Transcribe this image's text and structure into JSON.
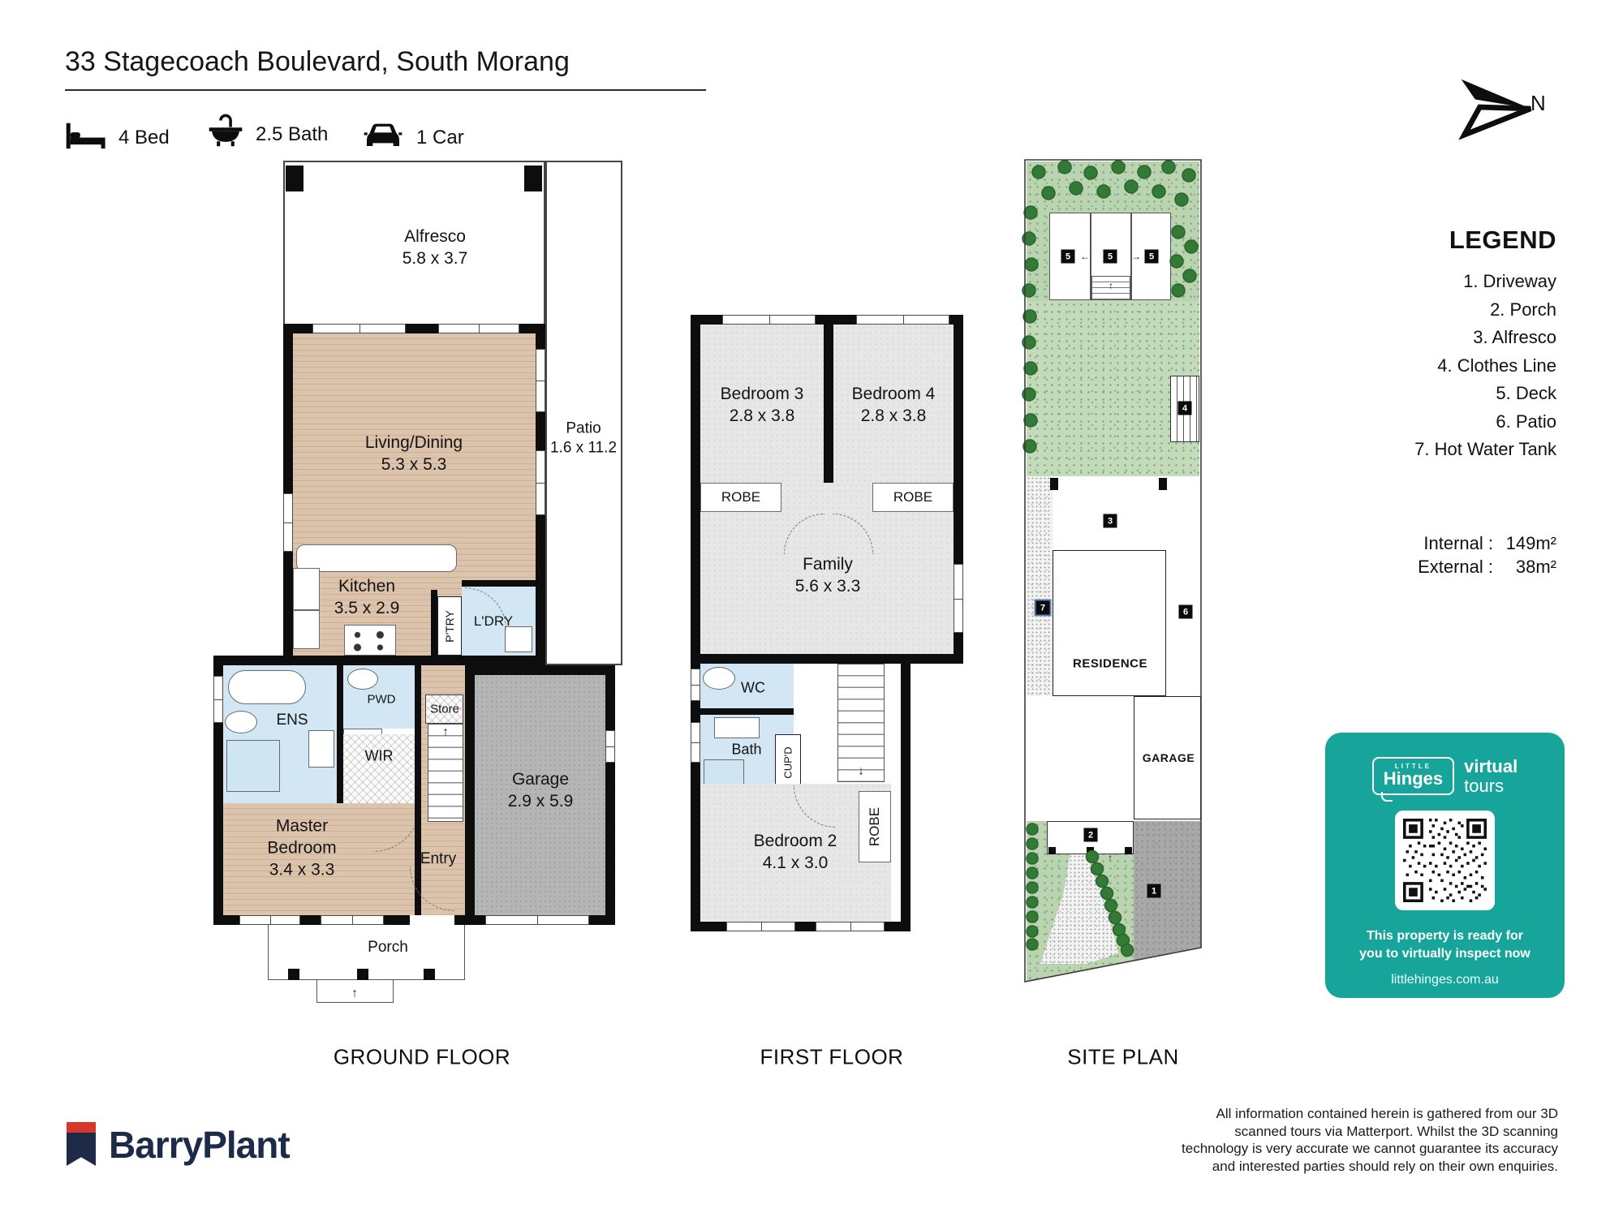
{
  "page": {
    "title": "33 Stagecoach Boulevard, South Morang"
  },
  "header": {
    "stats": {
      "bed": "4 Bed",
      "bath": "2.5 Bath",
      "car": "1 Car"
    },
    "north": "N"
  },
  "ground_floor": {
    "label": "GROUND FLOOR",
    "rooms": {
      "alfresco": {
        "name": "Alfresco",
        "dims": "5.8 x 3.7"
      },
      "patio": {
        "name": "Patio",
        "dims": "1.6 x 11.2"
      },
      "living": {
        "name": "Living/Dining",
        "dims": "5.3 x 5.3"
      },
      "kitchen": {
        "name": "Kitchen",
        "dims": "3.5 x 2.9"
      },
      "pantry": "P'TRY",
      "laundry": "L'DRY",
      "ensuite": "ENS",
      "powder": "PWD",
      "wir": "WIR",
      "store": "Store",
      "master": {
        "line1": "Master",
        "line2": "Bedroom",
        "dims": "3.4 x 3.3"
      },
      "entry": "Entry",
      "garage": {
        "name": "Garage",
        "dims": "2.9 x 5.9"
      },
      "porch": "Porch"
    }
  },
  "first_floor": {
    "label": "FIRST FLOOR",
    "rooms": {
      "bedroom3": {
        "name": "Bedroom 3",
        "dims": "2.8 x 3.8"
      },
      "bedroom4": {
        "name": "Bedroom 4",
        "dims": "2.8 x 3.8"
      },
      "robe3": "ROBE",
      "robe4": "ROBE",
      "family": {
        "name": "Family",
        "dims": "5.6 x 3.3"
      },
      "wc": "WC",
      "bath": "Bath",
      "cupboard": "CUP'D",
      "bedroom2": {
        "name": "Bedroom 2",
        "dims": "4.1 x 3.0"
      },
      "robe2": "ROBE"
    }
  },
  "site_plan": {
    "label": "SITE PLAN",
    "residence": "RESIDENCE",
    "garage": "GARAGE",
    "markers": {
      "driveway": "1",
      "porch": "2",
      "alfresco": "3",
      "clothes_line": "4",
      "deck": "5",
      "patio": "6",
      "hot_water_tank": "7"
    }
  },
  "legend": {
    "title": "LEGEND",
    "items": [
      "1. Driveway",
      "2. Porch",
      "3. Alfresco",
      "4. Clothes Line",
      "5. Deck",
      "6. Patio",
      "7. Hot Water Tank"
    ],
    "areas": {
      "internal_label": "Internal :",
      "internal_value": "149m²",
      "external_label": "External :",
      "external_value": "38m²"
    }
  },
  "virtual_tour": {
    "brand_little": "LITTLE",
    "brand_hinges": "Hinges",
    "brand_virtual": "virtual",
    "brand_tours": "tours",
    "line1": "This property is ready for",
    "line2": "you to virtually inspect now",
    "url": "littlehinges.com.au"
  },
  "footer": {
    "brand": "BarryPlant",
    "disclaimer": [
      "All information contained herein is gathered from our 3D",
      "scanned tours via Matterport. Whilst the 3D scanning",
      "technology is very accurate we cannot guarantee its accuracy",
      "and interested parties should rely on their own enquiries."
    ]
  },
  "colors": {
    "teal": "#16a49b",
    "navy": "#1d2b49",
    "red": "#d6392c",
    "wood": "#dcc3ab",
    "carpet": "#e7e7e7",
    "wet_blue": "#d2e7f3",
    "garage_gray": "#b5b5b5",
    "garden_green": "#bad4b2",
    "tree_green": "#337a36"
  }
}
